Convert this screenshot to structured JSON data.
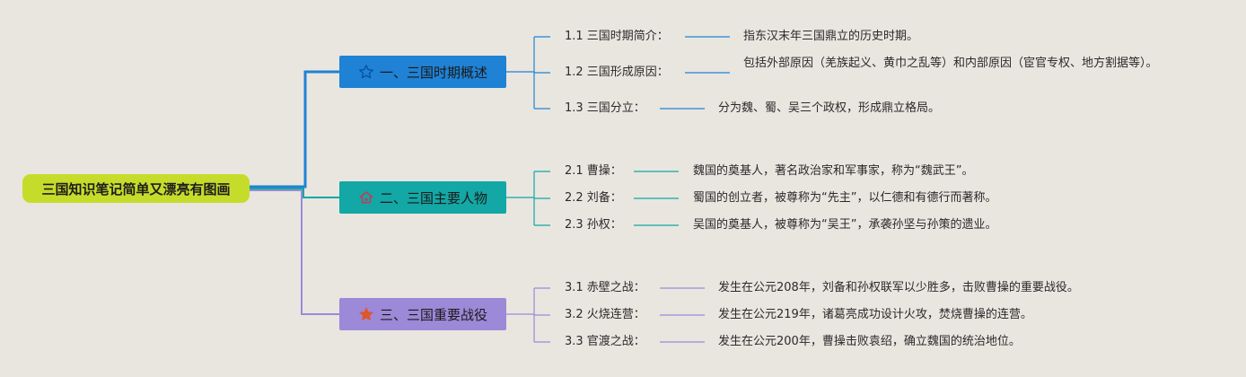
{
  "root": {
    "title": "三国知识笔记简单又漂亮有图画",
    "color": "#c6dc2a"
  },
  "branches": [
    {
      "title": "一、三国时期概述",
      "color": "#1f82d4",
      "line_color": "#1f82d4",
      "icon": "star-outline-icon",
      "items": [
        {
          "label": "1.1 三国时期简介：",
          "desc": "指东汉末年三国鼎立的历史时期。"
        },
        {
          "label": "1.2 三国形成原因：",
          "desc": "包括外部原因（羌族起义、黄巾之乱等）和内部原因（宦官专权、地方割据等）。"
        },
        {
          "label": "1.3 三国分立：",
          "desc": "分为魏、蜀、吴三个政权，形成鼎立格局。"
        }
      ]
    },
    {
      "title": "二、三国主要人物",
      "color": "#13a7a5",
      "line_color": "#13a7a5",
      "icon": "house-icon",
      "items": [
        {
          "label": "2.1 曹操：",
          "desc": "魏国的奠基人，著名政治家和军事家，称为“魏武王”。"
        },
        {
          "label": "2.2 刘备：",
          "desc": "蜀国的创立者，被尊称为“先主”，以仁德和有德行而著称。"
        },
        {
          "label": "2.3 孙权：",
          "desc": "吴国的奠基人，被尊称为“吴王”，承袭孙坚与孙策的遗业。"
        }
      ]
    },
    {
      "title": "三、三国重要战役",
      "color": "#9c89d8",
      "line_color": "#9c89d8",
      "icon": "star-filled-icon",
      "items": [
        {
          "label": "3.1 赤壁之战：",
          "desc": "发生在公元208年，刘备和孙权联军以少胜多，击败曹操的重要战役。"
        },
        {
          "label": "3.2 火烧连营：",
          "desc": "发生在公元219年，诸葛亮成功设计火攻，焚烧曹操的连营。"
        },
        {
          "label": "3.3 官渡之战：",
          "desc": "发生在公元200年，曹操击败袁绍，确立魏国的统治地位。"
        }
      ]
    }
  ]
}
